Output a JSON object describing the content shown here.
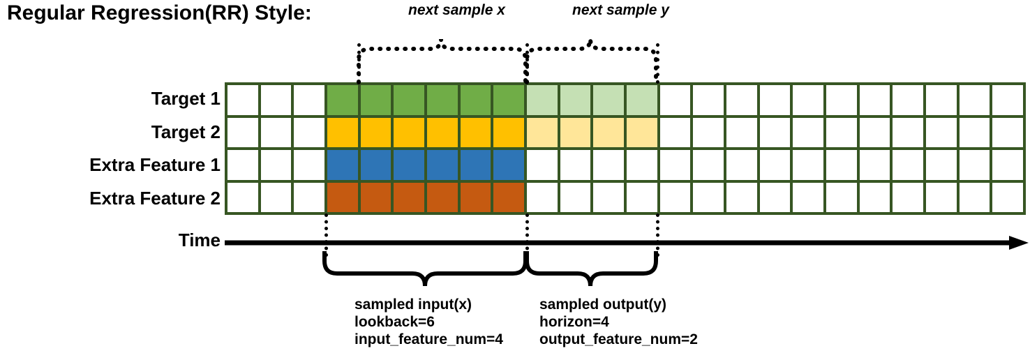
{
  "title": "Regular Regression(RR) Style:",
  "rows": [
    {
      "label": "Target 1",
      "color_key": "green",
      "light_key": "green-lt"
    },
    {
      "label": "Target 2",
      "color_key": "amber",
      "light_key": "amber-lt"
    },
    {
      "label": "Extra Feature 1",
      "color_key": "blue",
      "light_key": null
    },
    {
      "label": "Extra Feature 2",
      "color_key": "orange",
      "light_key": null
    }
  ],
  "axis": {
    "label": "Time",
    "arrow": "right-arrow-icon"
  },
  "grid": {
    "total_columns": 24,
    "total_rows": 4,
    "leading_blank_columns": 3,
    "lookback_columns": 6,
    "horizon_columns": 4,
    "trailing_blank_columns": 11,
    "border_color": "#375623"
  },
  "colors": {
    "green": "#70ad47",
    "green-lt": "#c5e0b4",
    "amber": "#ffc000",
    "amber-lt": "#ffe699",
    "blue": "#2e75b6",
    "orange": "#c55a11",
    "border": "#375623",
    "ink": "#000000"
  },
  "top_brackets": [
    {
      "caption": "next sample x"
    },
    {
      "caption": "next sample y"
    }
  ],
  "bottom_brackets": [
    {
      "line1": "sampled input(x)",
      "line2": "lookback=6",
      "line3": "input_feature_num=4"
    },
    {
      "line1": "sampled output(y)",
      "line2": "horizon=4",
      "line3": "output_feature_num=2"
    }
  ]
}
